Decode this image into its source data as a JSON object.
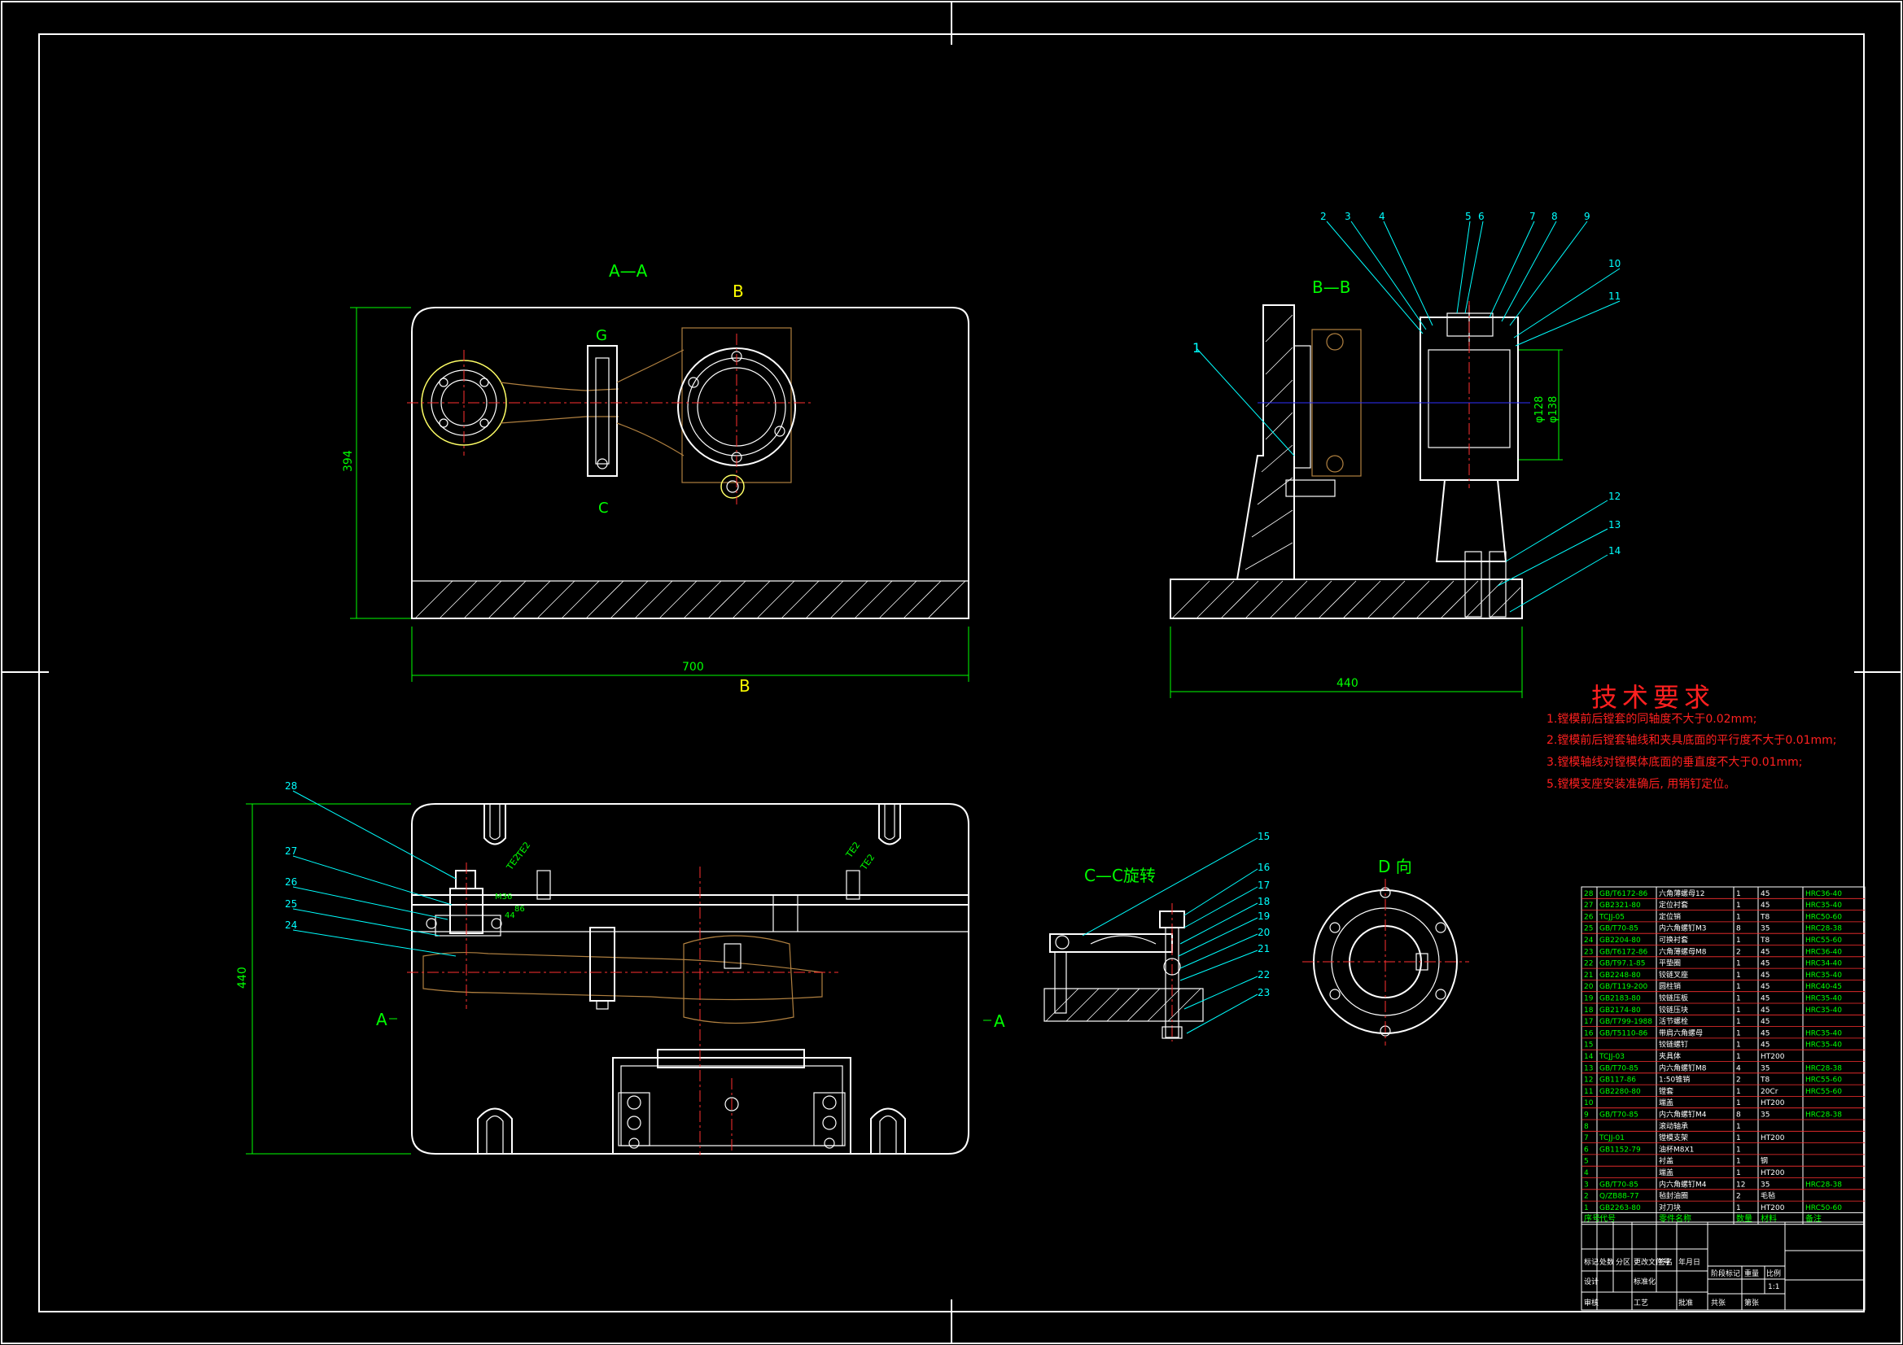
{
  "views": {
    "aa": {
      "title": "A—A",
      "section_b": "B",
      "section_g": "G",
      "section_c": "C",
      "dim_height": "394",
      "dim_width": "700",
      "bottom_b": "B"
    },
    "bb": {
      "title": "B—B",
      "dim_width": "440",
      "dim_d1": "φ128",
      "dim_d2": "φ138",
      "leaders": [
        "1",
        "2",
        "3",
        "4",
        "5",
        "6",
        "7",
        "8",
        "9",
        "10",
        "11",
        "12",
        "13",
        "14"
      ]
    },
    "main": {
      "dim_height": "440",
      "arrow_left": "A",
      "arrow_right": "A",
      "leaders": [
        "28",
        "27",
        "26",
        "25",
        "24"
      ],
      "dim_labels": [
        "TE2",
        "TE2",
        "TE2",
        "TE2",
        "M36",
        "44",
        "86"
      ]
    },
    "cc": {
      "title": "C—C旋转",
      "leaders": [
        "15",
        "16",
        "17",
        "18",
        "19",
        "20",
        "21",
        "22",
        "23"
      ]
    },
    "d": {
      "title": "D 向"
    }
  },
  "tech": {
    "title": "技术要求",
    "items": [
      "1.镗模前后镗套的同轴度不大于0.02mm;",
      "2.镗模前后镗套轴线和夹具底面的平行度不大于0.01mm;",
      "3.镗模轴线对镗模体底面的垂直度不大于0.01mm;",
      "5.镗模支座安装准确后, 用销钉定位。"
    ]
  },
  "bom": {
    "rows": [
      [
        "28",
        "GB/T6172-86",
        "六角薄螺母12",
        "1",
        "45",
        "HRC36-40"
      ],
      [
        "27",
        "GB2321-80",
        "定位衬套",
        "1",
        "45",
        "HRC35-40"
      ],
      [
        "26",
        "TCJJ-05",
        "定位销",
        "1",
        "T8",
        "HRC50-60"
      ],
      [
        "25",
        "GB/T70-85",
        "内六角螺钉M3",
        "8",
        "35",
        "HRC28-38"
      ],
      [
        "24",
        "GB2204-80",
        "可换衬套",
        "1",
        "T8",
        "HRC55-60"
      ],
      [
        "23",
        "GB/T6172-86",
        "六角薄螺母M8",
        "2",
        "45",
        "HRC36-40"
      ],
      [
        "22",
        "GB/T97.1-85",
        "平垫圈",
        "1",
        "45",
        "HRC34-40"
      ],
      [
        "21",
        "GB2248-80",
        "铰链叉座",
        "1",
        "45",
        "HRC35-40"
      ],
      [
        "20",
        "GB/T119-200",
        "圆柱销",
        "1",
        "45",
        "HRC40-45"
      ],
      [
        "19",
        "GB2183-80",
        "铰链压板",
        "1",
        "45",
        "HRC35-40"
      ],
      [
        "18",
        "GB2174-80",
        "铰链压块",
        "1",
        "45",
        "HRC35-40"
      ],
      [
        "17",
        "GB/T799-1988",
        "活节螺栓",
        "1",
        "45",
        ""
      ],
      [
        "16",
        "GB/T5110-86",
        "带肩六角螺母",
        "1",
        "45",
        "HRC35-40"
      ],
      [
        "15",
        "",
        "铰链螺钉",
        "1",
        "45",
        "HRC35-40"
      ],
      [
        "14",
        "TCJJ-03",
        "夹具体",
        "1",
        "HT200",
        ""
      ],
      [
        "13",
        "GB/T70-85",
        "内六角螺钉M8",
        "4",
        "35",
        "HRC28-38"
      ],
      [
        "12",
        "GB117-86",
        "1:50锥销",
        "2",
        "T8",
        "HRC55-60"
      ],
      [
        "11",
        "GB2280-80",
        "镗套",
        "1",
        "20Cr",
        "HRC55-60"
      ],
      [
        "10",
        "",
        "端盖",
        "1",
        "HT200",
        ""
      ],
      [
        "9",
        "GB/T70-85",
        "内六角螺钉M4",
        "8",
        "35",
        "HRC28-38"
      ],
      [
        "8",
        "",
        "滚动轴承",
        "1",
        "",
        ""
      ],
      [
        "7",
        "TCJJ-01",
        "镗模支架",
        "1",
        "HT200",
        ""
      ],
      [
        "6",
        "GB1152-79",
        "油杯M8X1",
        "1",
        "",
        ""
      ],
      [
        "5",
        "",
        "衬盖",
        "1",
        "钢",
        ""
      ],
      [
        "4",
        "",
        "端盖",
        "1",
        "HT200",
        ""
      ],
      [
        "3",
        "GB/T70-85",
        "内六角螺钉M4",
        "12",
        "35",
        "HRC28-38"
      ],
      [
        "2",
        "Q/ZB88-77",
        "毡封油圈",
        "2",
        "毛毡",
        ""
      ],
      [
        "1",
        "GB2263-80",
        "对刀块",
        "1",
        "HT200",
        "HRC50-60"
      ]
    ],
    "header": [
      "序号",
      "代号",
      "零件名称",
      "数量",
      "材料",
      "备注"
    ]
  },
  "titleblock": {
    "cells": [
      "标记",
      "处数",
      "分区",
      "更改文件号",
      "签名",
      "年月日",
      "设计",
      "标准化",
      "审核",
      "工艺",
      "批准",
      "阶段标记",
      "重量",
      "比例",
      "共张",
      "第张"
    ],
    "scale": "1:1"
  }
}
